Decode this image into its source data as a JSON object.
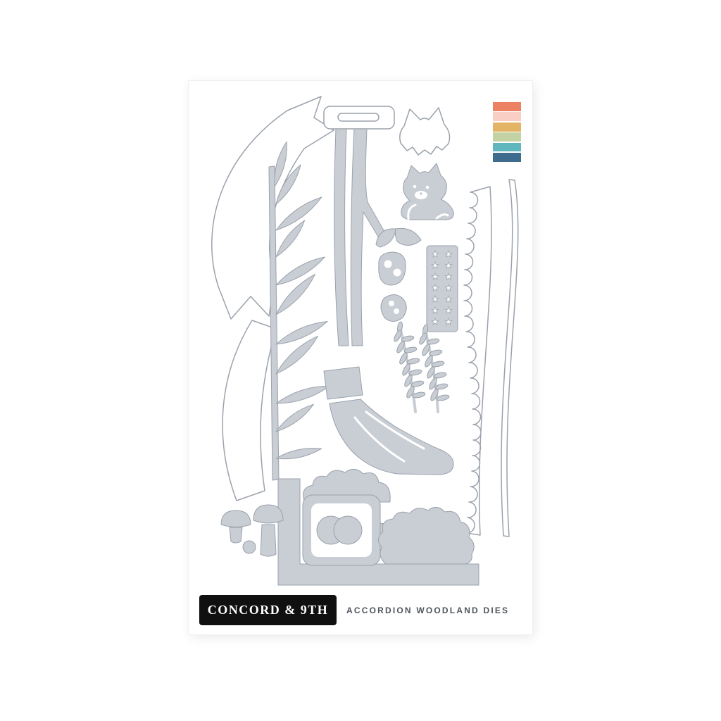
{
  "product": {
    "brand": "CONCORD & 9TH",
    "title": "ACCORDION WOODLAND DIES"
  },
  "palette": [
    "#ED8164",
    "#F8CEC5",
    "#E3B466",
    "#C3D2A3",
    "#5FB6BC",
    "#3D6C8E"
  ],
  "colors": {
    "page_bg": "#FFFFFF",
    "card_bg": "#FFFFFF",
    "die_fill": "#C9CDD4",
    "die_stroke": "#9BA2AC",
    "outline_fill": "#FFFFFF",
    "label_bg": "#101010",
    "label_text": "#FFFFFF",
    "title_text": "#4E545B"
  },
  "die_shapes": [
    "curved-banner-large",
    "curved-banner-small",
    "hang-tab",
    "birch-twigs",
    "leafy-branch",
    "fox-head-outline",
    "sitting-fox",
    "leaf-pair",
    "acorn-large",
    "acorn-small",
    "star-border-strip",
    "scalloped-border",
    "wavy-border",
    "fern-sprigs",
    "boot",
    "corner-ledge",
    "lantern-jar",
    "cloud-bush-top",
    "cloud-bush-right",
    "mushrooms"
  ]
}
